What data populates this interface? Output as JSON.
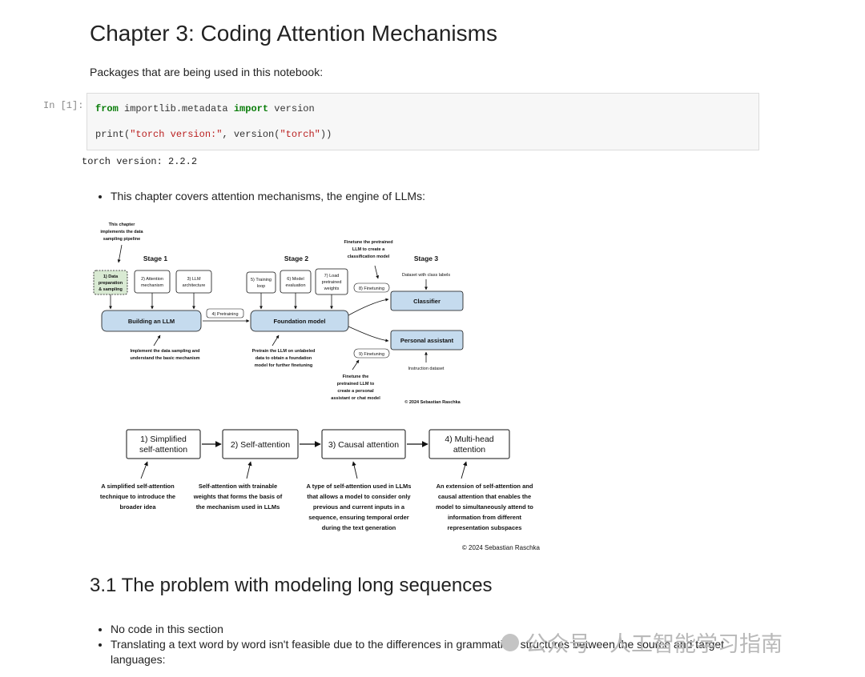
{
  "chapter_title": "Chapter 3: Coding Attention Mechanisms",
  "packages_text": "Packages that are being used in this notebook:",
  "cell": {
    "prompt": "In [1]:",
    "line1": {
      "kw1": "from",
      "mod": " importlib.metadata ",
      "kw2": "import",
      "rest": " version"
    },
    "line2": {
      "fn": "print(",
      "s1": "\"torch version:\"",
      "mid": ", version(",
      "s2": "\"torch\"",
      "end": "))"
    }
  },
  "output_text": "torch version: 2.2.2",
  "bullet_intro": "This chapter covers attention mechanisms, the engine of LLMs:",
  "fig1": {
    "note_top": [
      "This chapter",
      "implements the data",
      "sampling pipeline"
    ],
    "stage1": "Stage 1",
    "stage2": "Stage 2",
    "stage3": "Stage 3",
    "box_data": [
      "1) Data",
      "preparation",
      "& sampling"
    ],
    "box_attention": [
      "2) Attention",
      "mechanism"
    ],
    "box_llm_arch": [
      "3) LLM",
      "architecture"
    ],
    "box_building": "Building an LLM",
    "label_pretraining": "4) Pretraining",
    "box_training": [
      "5) Training",
      "loop"
    ],
    "box_model_eval": [
      "6) Model",
      "evaluation"
    ],
    "box_load": [
      "7) Load",
      "pretrained",
      "weights"
    ],
    "box_foundation": "Foundation model",
    "note_finetune_top": [
      "Finetune the pretrained",
      "LLM to create a",
      "classification model"
    ],
    "label_ft8": "8) Finetuning",
    "label_ft9": "9) Finetuning",
    "dataset_class": "Dataset with class labels",
    "box_classifier": "Classifier",
    "box_assistant": "Personal assistant",
    "instruction_dataset": "Instruction dataset",
    "note_impl": [
      "Implement the data sampling and",
      "understand the basic mechanism"
    ],
    "note_pretrain": [
      "Pretrain the LLM on unlabeled",
      "data to obtain a foundation",
      "model for further finetuning"
    ],
    "note_finetune_bottom": [
      "Finetune the",
      "pretrained LLM to",
      "create a personal",
      "assistant or chat model"
    ],
    "copyright": "© 2024 Sebastian Raschka"
  },
  "fig2": {
    "boxes": [
      [
        "1) Simplified",
        "self-attention"
      ],
      [
        "2) Self-attention"
      ],
      [
        "3) Causal attention"
      ],
      [
        "4) Multi-head",
        "attention"
      ]
    ],
    "captions": [
      [
        "A simplified self-attention",
        "technique to introduce the",
        "broader idea"
      ],
      [
        "Self-attention with trainable",
        "weights that forms the basis of",
        "the mechanism used in LLMs"
      ],
      [
        "A type of self-attention used in LLMs",
        "that allows a model to consider only",
        "previous and current inputs in a",
        "sequence, ensuring temporal order",
        "during the text generation"
      ],
      [
        "An extension of self-attention and",
        "causal attention that enables the",
        "model to simultaneously attend to",
        "information from different",
        "representation subspaces"
      ]
    ],
    "copyright": "© 2024 Sebastian Raschka"
  },
  "section_title": "3.1 The problem with modeling long sequences",
  "bullets2": [
    "No code in this section",
    "Translating a text word by word isn't feasible due to the differences in grammatical structures between the source and target languages:"
  ],
  "watermark": "公众号 · 人工智能学习指南",
  "colors": {
    "accent_box": "#c5dbee",
    "data_box": "#d9ead3",
    "keyword": "#0a7d0a",
    "string": "#ba2121"
  }
}
